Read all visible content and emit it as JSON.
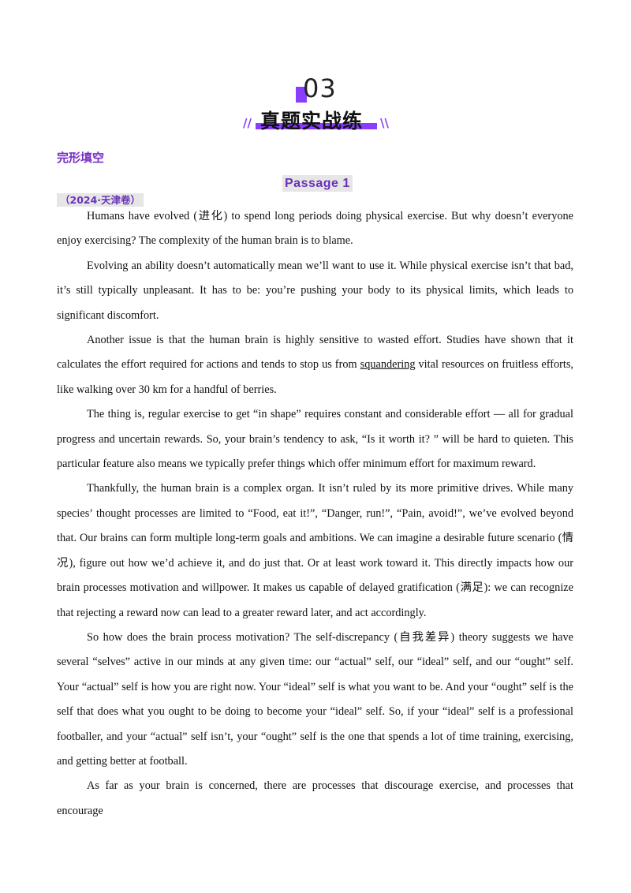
{
  "header": {
    "number": "03",
    "title": "真题实战练",
    "slash_left": "//",
    "slash_right": "\\\\"
  },
  "section_title": "完形填空",
  "passage_label": "Passage  1",
  "source": "（2024·天津卷）",
  "paragraphs": [
    [
      "Humans have evolved (进化) to spend long periods doing physical exercise. But why doesn’t everyone enjoy exercising? The complexity of the human brain is to blame."
    ],
    [
      "Evolving an ability doesn’t automatically mean we’ll want to use it. While physical exercise isn’t that bad, it’s still typically unpleasant. It has to be: you’re pushing your body to its physical limits, which leads to significant discomfort."
    ],
    [
      "Another issue is that the human brain is highly sensitive to wasted effort. Studies have shown that it calculates the effort required for actions and tends to stop us from ",
      "squandering",
      " vital resources on fruitless efforts, like walking over 30 km for a handful of berries."
    ],
    [
      "The thing is, regular exercise to get “in shape” requires constant and considerable effort — all for gradual progress and uncertain rewards. So, your brain’s tendency to ask, “Is it worth it? ” will be hard to quieten. This particular feature also means we typically prefer things which offer minimum effort for maximum reward."
    ],
    [
      "Thankfully, the human brain is a complex organ. It isn’t ruled by its more primitive drives. While many species’ thought processes are limited to “Food, eat it!”, “Danger, run!”, “Pain, avoid!”, we’ve evolved beyond that. Our brains can form multiple long-term goals and ambitions. We can imagine a desirable future scenario (情况), figure out how we’d achieve it, and do just that. Or at least work toward it. This directly impacts how our brain processes motivation and willpower. It makes us capable of delayed gratification (满足): we can recognize that rejecting a reward now can lead to a greater reward later, and act accordingly."
    ],
    [
      "So how does the brain process motivation? The self-discrepancy (自我差异) theory suggests we have several “selves” active in our minds at any given time: our “actual” self, our “ideal” self, and our “ought” self. Your “actual” self is how you are right now. Your “ideal” self is what you want to be. And your “ought” self is the self that does what you ought to be doing to become your “ideal” self. So, if your “ideal” self is a professional footballer, and your “actual” self isn’t, your “ought” self is the one that spends a lot of time training, exercising, and getting better at football."
    ],
    [
      "As far as your brain is concerned, there are processes that discourage exercise, and processes that encourage"
    ]
  ]
}
